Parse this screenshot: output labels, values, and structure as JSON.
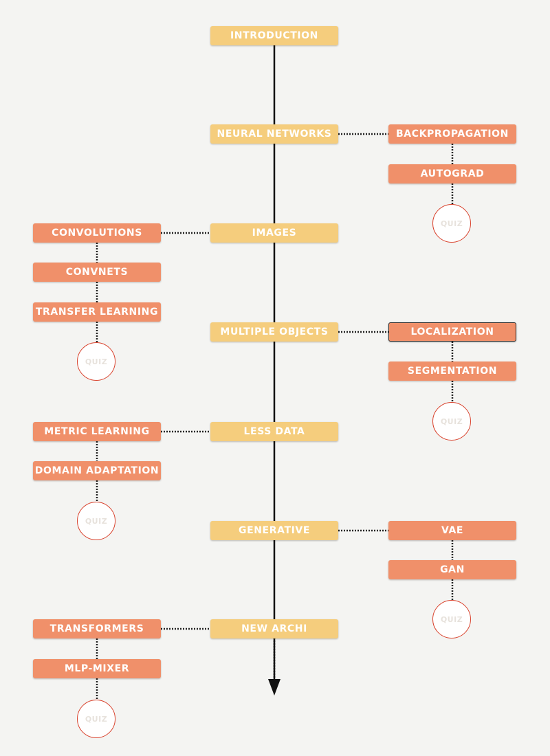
{
  "colors": {
    "main_node": "#f5cd7d",
    "sub_node": "#f0906a",
    "quiz_ring": "#d9432e",
    "spine": "#111111",
    "background": "#f4f4f2"
  },
  "main_nodes": [
    {
      "label": "INTRODUCTION"
    },
    {
      "label": "NEURAL NETWORKS"
    },
    {
      "label": "IMAGES"
    },
    {
      "label": "MULTIPLE OBJECTS"
    },
    {
      "label": "LESS DATA"
    },
    {
      "label": "GENERATIVE"
    },
    {
      "label": "NEW ARCHI"
    }
  ],
  "branches": [
    {
      "parent": "NEURAL NETWORKS",
      "side": "right",
      "items": [
        "BACKPROPAGATION",
        "AUTOGRAD"
      ],
      "quiz_label": "QUIZ"
    },
    {
      "parent": "IMAGES",
      "side": "left",
      "items": [
        "CONVOLUTIONS",
        "CONVNETS",
        "TRANSFER LEARNING"
      ],
      "quiz_label": "QUIZ"
    },
    {
      "parent": "MULTIPLE OBJECTS",
      "side": "right",
      "items": [
        "LOCALIZATION",
        "SEGMENTATION"
      ],
      "quiz_label": "QUIZ",
      "selected": "LOCALIZATION"
    },
    {
      "parent": "LESS DATA",
      "side": "left",
      "items": [
        "METRIC LEARNING",
        "DOMAIN ADAPTATION"
      ],
      "quiz_label": "QUIZ"
    },
    {
      "parent": "GENERATIVE",
      "side": "right",
      "items": [
        "VAE",
        "GAN"
      ],
      "quiz_label": "QUIZ"
    },
    {
      "parent": "NEW ARCHI",
      "side": "left",
      "items": [
        "TRANSFORMERS",
        "MLP-MIXER"
      ],
      "quiz_label": "QUIZ"
    }
  ]
}
